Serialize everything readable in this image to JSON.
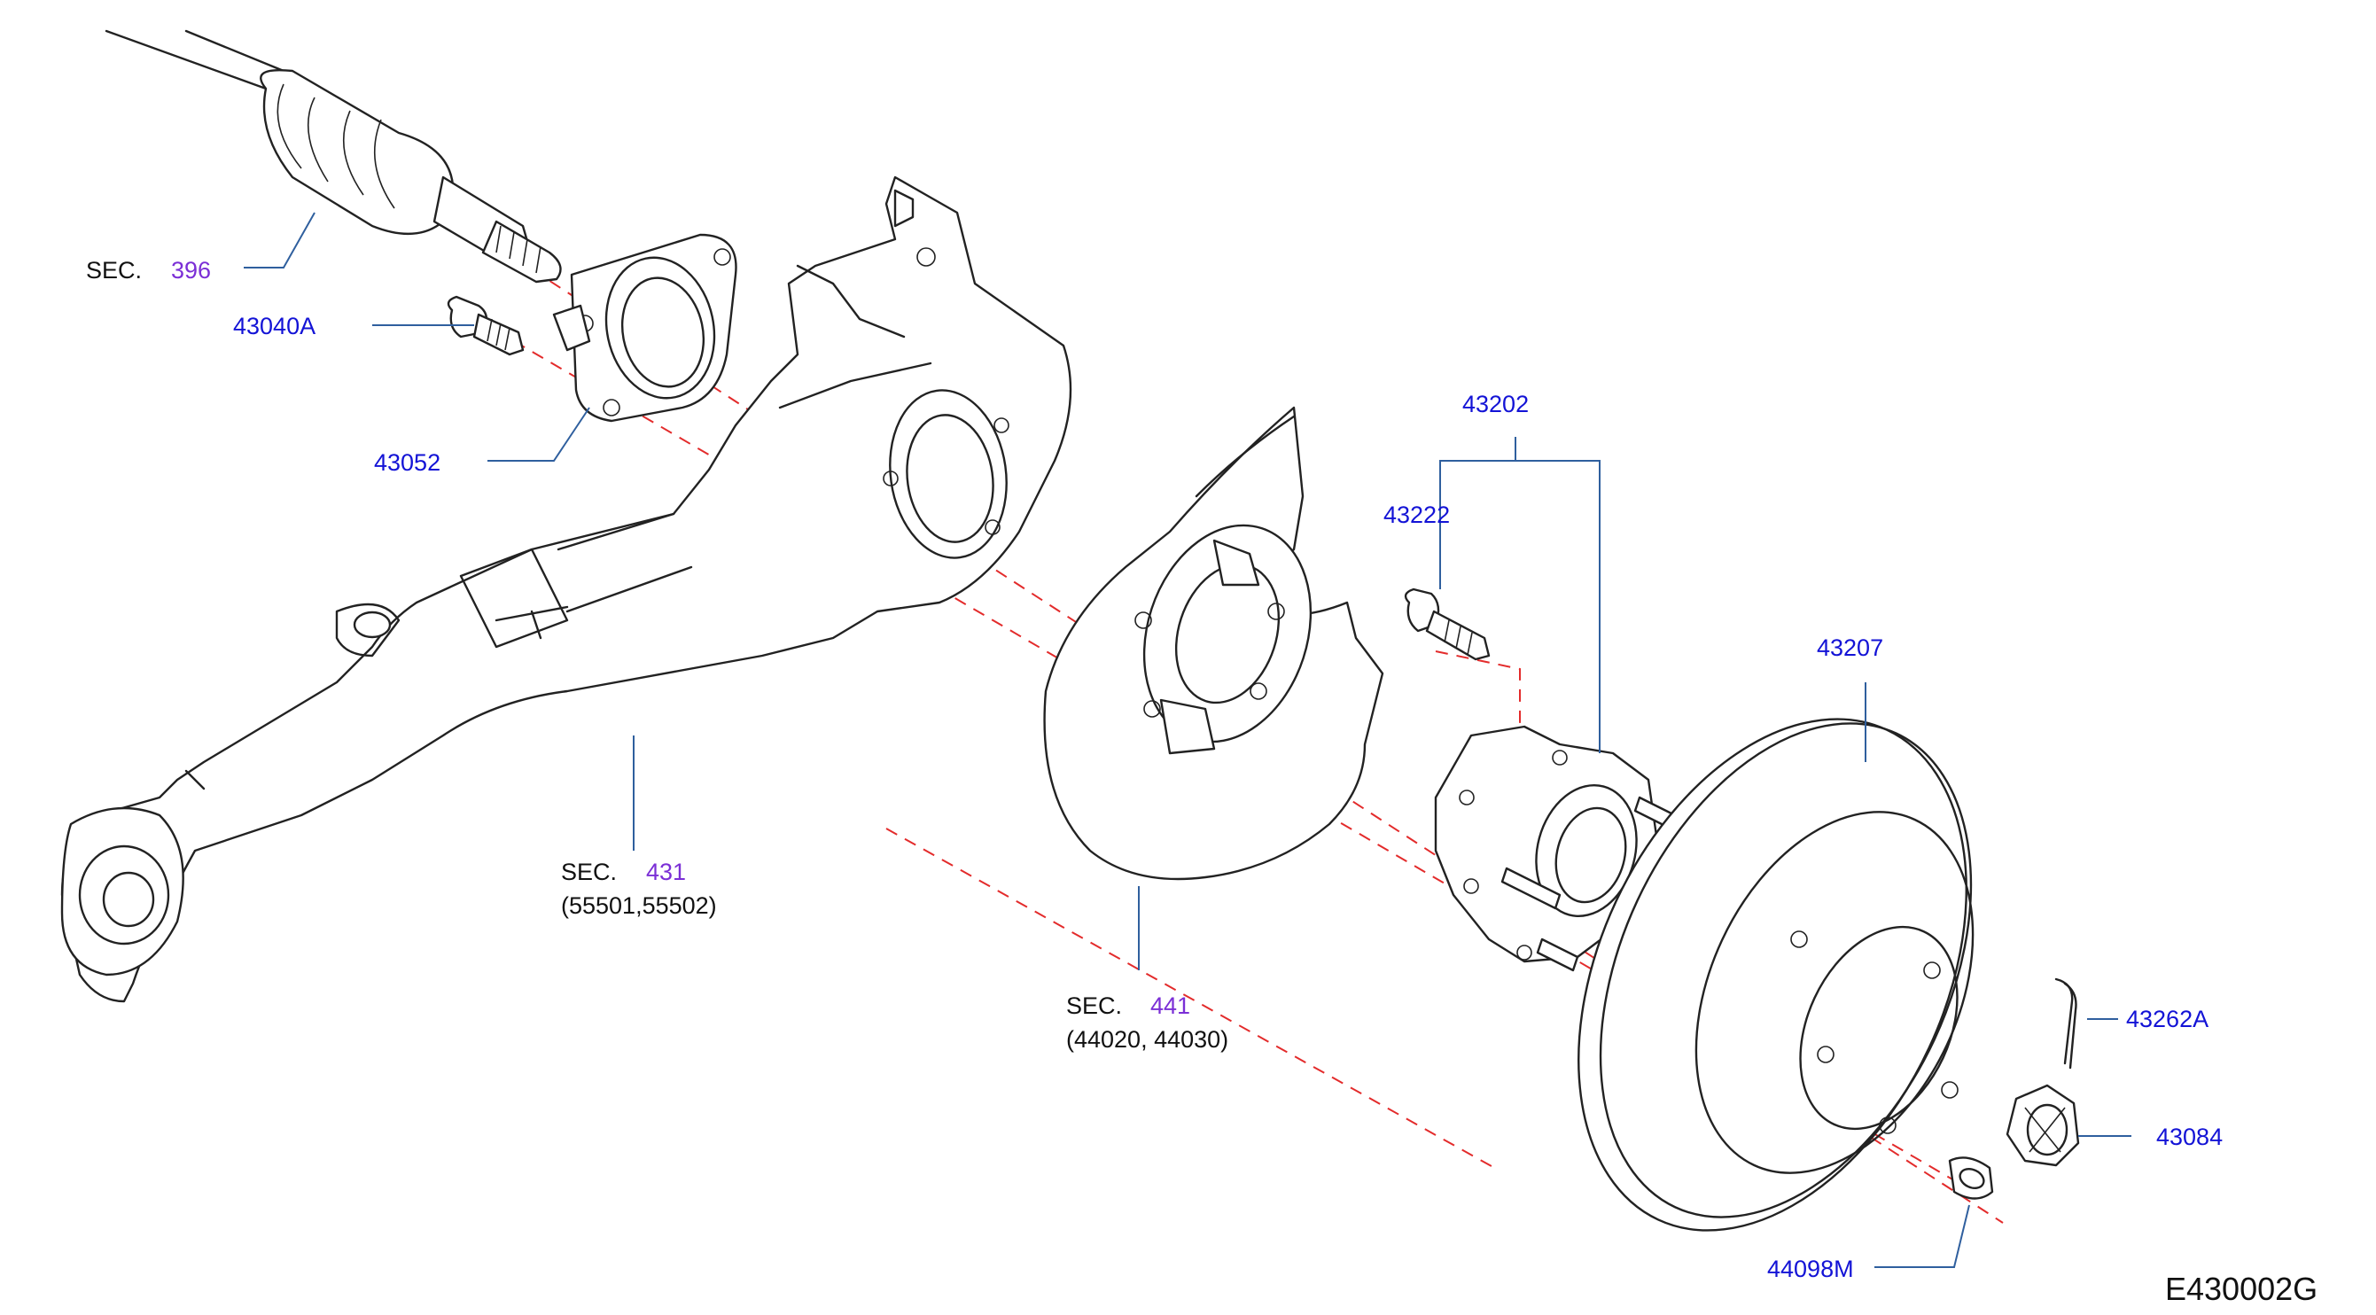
{
  "diagram_code": "E430002G",
  "callouts": {
    "sec_396": {
      "prefix": "SEC.",
      "number": "396"
    },
    "sec_431": {
      "prefix": "SEC.",
      "number": "431",
      "detail": "(55501,55502)"
    },
    "sec_441": {
      "prefix": "SEC.",
      "number": "441",
      "detail": "(44020,   44030)"
    },
    "p43040A": "43040A",
    "p43052": "43052",
    "p43202": "43202",
    "p43222": "43222",
    "p43207": "43207",
    "p43262A": "43262A",
    "p43084": "43084",
    "p44098M": "44098M"
  },
  "colors": {
    "part_line": "#222222",
    "leader": "#2f5f9e",
    "part_number": "#1313d6",
    "section_number": "#7b2fd6",
    "axis": "#e32b2b"
  }
}
